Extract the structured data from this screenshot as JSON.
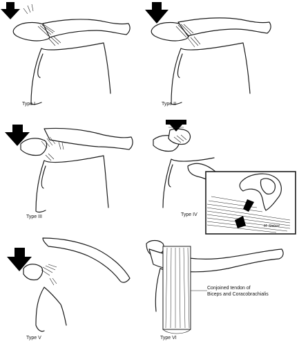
{
  "panels": [
    {
      "id": "type-1",
      "label": "Type I"
    },
    {
      "id": "type-2",
      "label": "Type II"
    },
    {
      "id": "type-3",
      "label": "Type III"
    },
    {
      "id": "type-4",
      "label": "Type IV"
    },
    {
      "id": "type-5",
      "label": "Type V"
    },
    {
      "id": "type-6",
      "label": "Type VI"
    }
  ],
  "annotation": {
    "line1": "Conjoined tendon of",
    "line2": "Biceps and Coracobrachialis"
  },
  "signature": "M. Siebert"
}
